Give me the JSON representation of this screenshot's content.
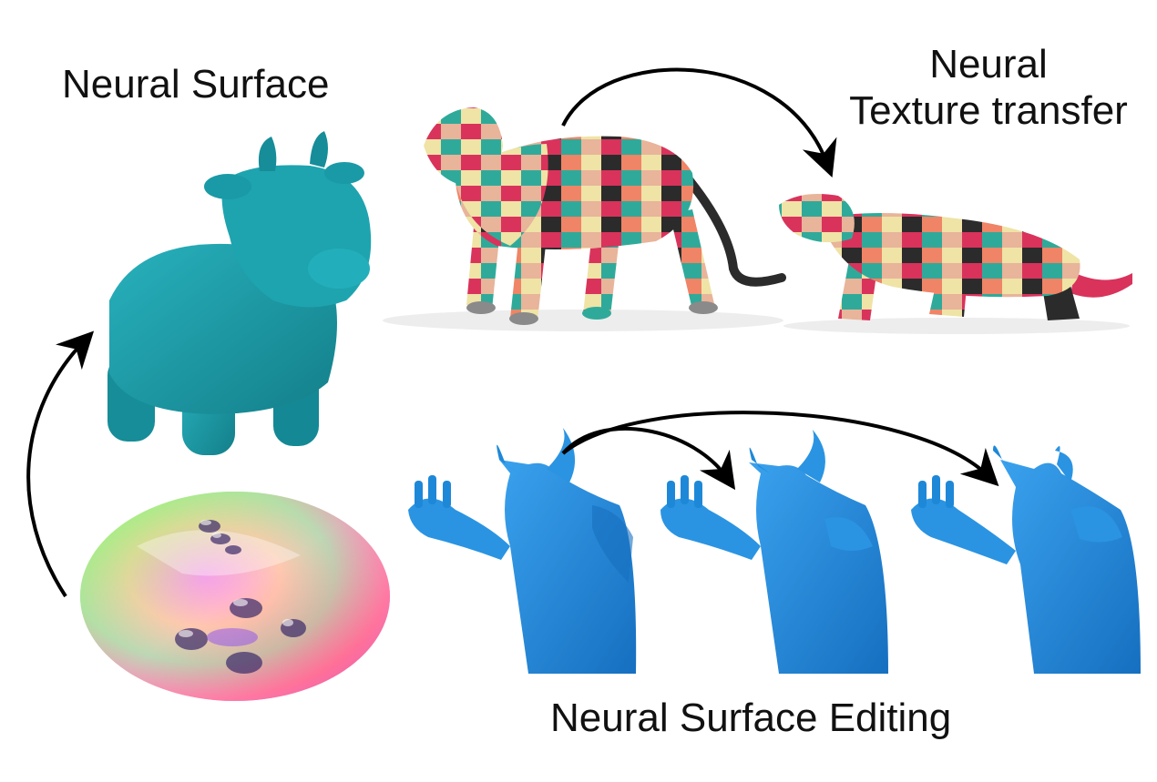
{
  "labels": {
    "neural_surface": "Neural Surface",
    "texture_transfer_line1": "Neural",
    "texture_transfer_line2": "Texture transfer",
    "surface_editing": "Neural Surface Editing"
  },
  "colors": {
    "cow": "#1a9aa6",
    "armadillo": "#1e88d8",
    "arrow": "#000000",
    "checker": [
      "#e8b49a",
      "#d9335b",
      "#efe3a6",
      "#2faa9a",
      "#2b2b2b",
      "#ef8466"
    ]
  },
  "figures": {
    "normal_map_disc": "normal-map-disc",
    "cow": "cow-mesh",
    "big_cat": "textured-big-cat",
    "lizard": "textured-lizard",
    "armadillos": [
      "armadillo-original",
      "armadillo-edit-1",
      "armadillo-edit-2"
    ]
  }
}
